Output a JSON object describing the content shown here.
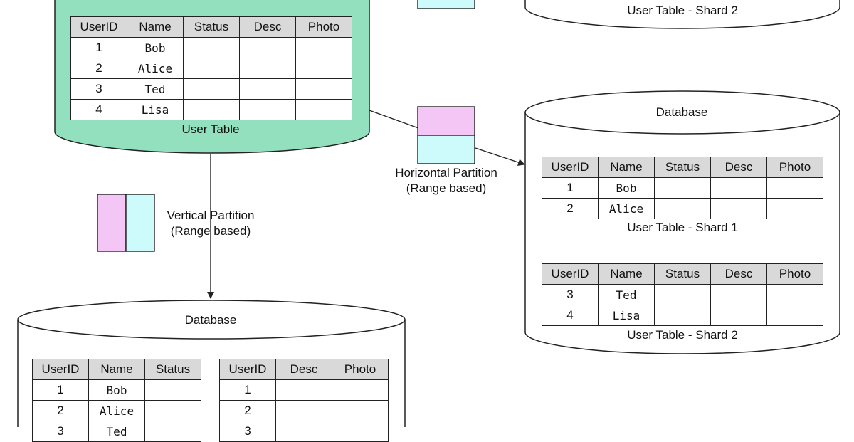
{
  "source": {
    "columns": [
      "UserID",
      "Name",
      "Status",
      "Desc",
      "Photo"
    ],
    "rows": [
      {
        "id": "1",
        "name": "Bob"
      },
      {
        "id": "2",
        "name": "Alice"
      },
      {
        "id": "3",
        "name": "Ted"
      },
      {
        "id": "4",
        "name": "Lisa"
      }
    ],
    "caption": "User Table"
  },
  "top_right_caption": "User Table - Shard 2",
  "horizontal": {
    "label_line1": "Horizontal Partition",
    "label_line2": "(Range based)",
    "db_title": "Database",
    "shard1": {
      "columns": [
        "UserID",
        "Name",
        "Status",
        "Desc",
        "Photo"
      ],
      "rows": [
        {
          "id": "1",
          "name": "Bob"
        },
        {
          "id": "2",
          "name": "Alice"
        }
      ],
      "caption": "User Table - Shard 1"
    },
    "shard2": {
      "columns": [
        "UserID",
        "Name",
        "Status",
        "Desc",
        "Photo"
      ],
      "rows": [
        {
          "id": "3",
          "name": "Ted"
        },
        {
          "id": "4",
          "name": "Lisa"
        }
      ],
      "caption": "User Table - Shard 2"
    }
  },
  "vertical": {
    "label_line1": "Vertical Partition",
    "label_line2": "(Range based)",
    "db_title": "Database",
    "left_table": {
      "columns": [
        "UserID",
        "Name",
        "Status"
      ],
      "rows": [
        {
          "id": "1",
          "name": "Bob"
        },
        {
          "id": "2",
          "name": "Alice"
        },
        {
          "id": "3",
          "name": "Ted"
        }
      ]
    },
    "right_table": {
      "columns": [
        "UserID",
        "Desc",
        "Photo"
      ],
      "rows": [
        {
          "id": "1"
        },
        {
          "id": "2"
        },
        {
          "id": "3"
        }
      ]
    }
  },
  "colors": {
    "db_green": "#92e0bd",
    "pink": "#f3c6f6",
    "cyan": "#cdfafa",
    "header_gray": "#d9d9d9"
  }
}
